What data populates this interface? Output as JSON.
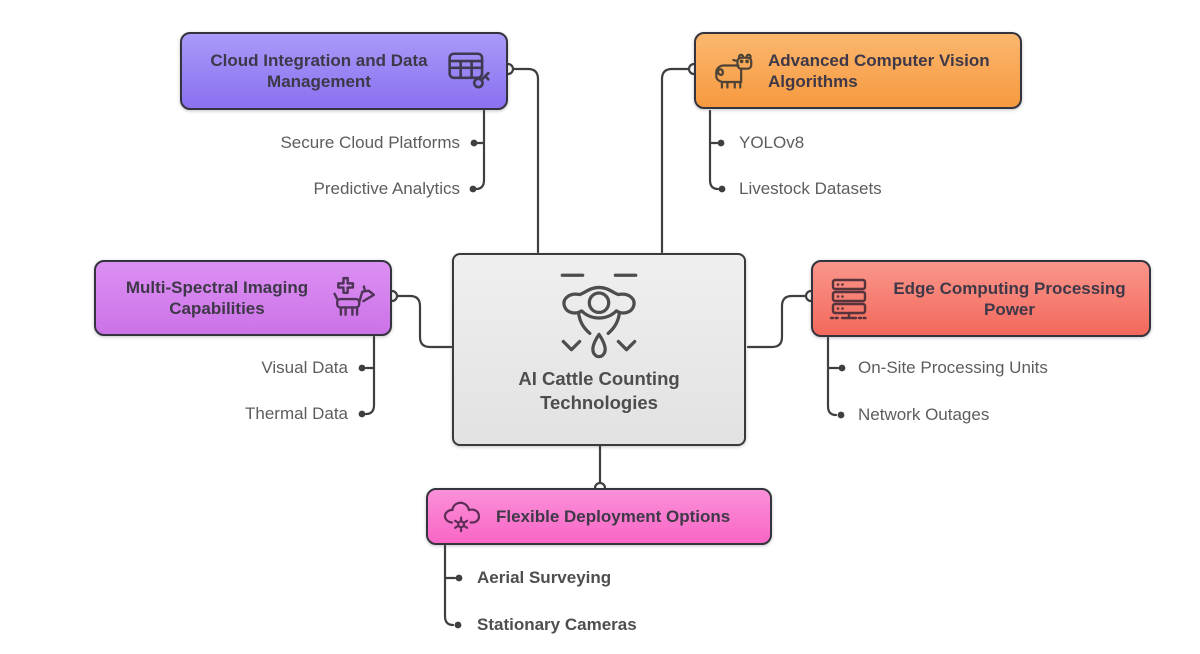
{
  "canvas": {
    "background": "#ffffff",
    "wire_color": "#3f3f3f"
  },
  "center": {
    "label": "AI Cattle Counting Technologies",
    "icon": "drone-sprayer-icon",
    "fill_top": "#efefef",
    "fill_bottom": "#e2e2e2",
    "border": "#3a3a3a"
  },
  "branches": [
    {
      "label": "Cloud Integration and Data Management",
      "icon": "data-table-key-icon",
      "fill_top": "#a99af8",
      "fill_bottom": "#8b70f1",
      "children": [
        {
          "label": "Secure Cloud Platforms"
        },
        {
          "label": "Predictive Analytics"
        }
      ]
    },
    {
      "label": "Advanced Computer Vision Algorithms",
      "icon": "cow-icon",
      "fill_top": "#fbb76e",
      "fill_bottom": "#f6993f",
      "children": [
        {
          "label": "YOLOv8"
        },
        {
          "label": "Livestock Datasets"
        }
      ]
    },
    {
      "label": "Multi-Spectral Imaging Capabilities",
      "icon": "livestock-health-icon",
      "fill_top": "#dc90f3",
      "fill_bottom": "#cc72e7",
      "children": [
        {
          "label": "Visual Data"
        },
        {
          "label": "Thermal Data"
        }
      ]
    },
    {
      "label": "Edge Computing Processing Power",
      "icon": "server-rack-icon",
      "fill_top": "#fa968b",
      "fill_bottom": "#f3685c",
      "children": [
        {
          "label": "On-Site Processing Units"
        },
        {
          "label": "Network Outages"
        }
      ]
    },
    {
      "label": "Flexible Deployment Options",
      "icon": "cloud-gear-icon",
      "fill_top": "#fb90d9",
      "fill_bottom": "#f866c5",
      "children": [
        {
          "label": "Aerial Surveying"
        },
        {
          "label": "Stationary Cameras"
        }
      ]
    }
  ]
}
